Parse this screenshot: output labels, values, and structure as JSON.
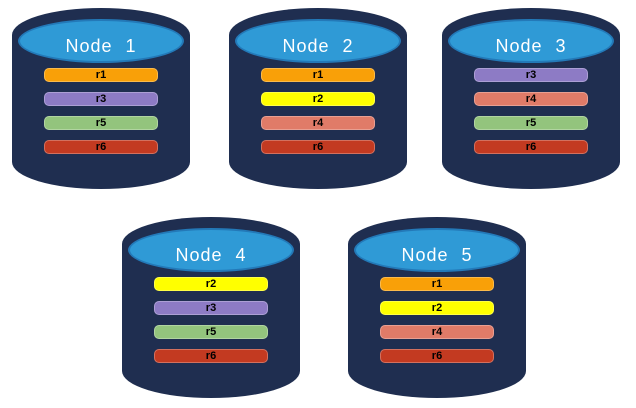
{
  "diagram": {
    "type": "database-replication-diagram",
    "nodes": [
      {
        "label": "Node 1",
        "replicas": [
          "r1",
          "r3",
          "r5",
          "r6"
        ]
      },
      {
        "label": "Node 2",
        "replicas": [
          "r1",
          "r2",
          "r4",
          "r6"
        ]
      },
      {
        "label": "Node 3",
        "replicas": [
          "r3",
          "r4",
          "r5",
          "r6"
        ]
      },
      {
        "label": "Node 4",
        "replicas": [
          "r2",
          "r3",
          "r5",
          "r6"
        ]
      },
      {
        "label": "Node 5",
        "replicas": [
          "r1",
          "r2",
          "r4",
          "r6"
        ]
      }
    ],
    "replica_colors": {
      "r1": "#F9A008",
      "r2": "#FFFF00",
      "r3": "#8D7BC5",
      "r4": "#E07B68",
      "r5": "#93C47D",
      "r6": "#C33A21"
    },
    "colors": {
      "background": "#FFFFFF",
      "cylinder_body": "#1F2E50",
      "cylinder_top_face": "#2F9AD6",
      "cylinder_top_border": "#2379B8",
      "node_label_text": "#FFFFFF",
      "replica_label_text": "#000000"
    }
  }
}
